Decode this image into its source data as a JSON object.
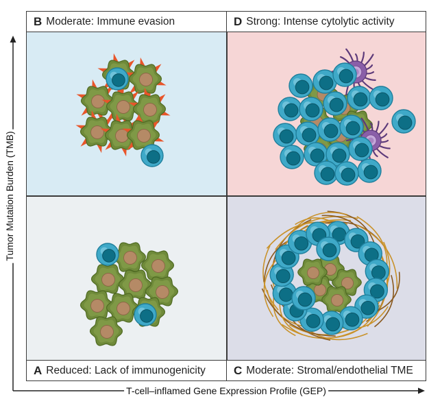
{
  "panels": {
    "B": {
      "letter": "B",
      "label": "Moderate: Immune evasion",
      "bg": "#d8ebf4"
    },
    "D": {
      "letter": "D",
      "label": "Strong: Intense cytolytic activity",
      "bg": "#f6d6d6"
    },
    "A": {
      "letter": "A",
      "label": "Reduced: Lack of immunogenicity",
      "bg": "#ecf0f2"
    },
    "C": {
      "letter": "C",
      "label": "Moderate: Stromal/endothelial TME",
      "bg": "#dcdde8"
    }
  },
  "axes": {
    "y_label": "Tumor Mutation Burden (TMB)",
    "x_label": "T-cell–inflamed Gene Expression Profile (GEP)"
  },
  "colors": {
    "tumor_cell": "#6f8a3a",
    "tumor_nucleus": "#b58a66",
    "t_cell": "#3fa9c8",
    "t_cell_nucleus": "#0d6f86",
    "antigen_spike": "#e8552a",
    "dendritic_cell": "#8a5fa8",
    "stroma_fiber": "#c9922a"
  }
}
